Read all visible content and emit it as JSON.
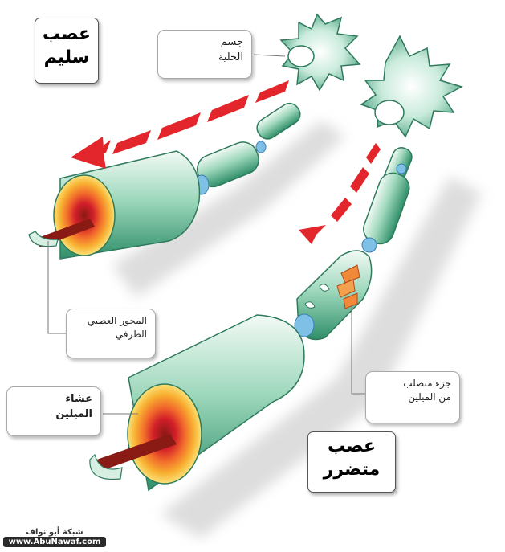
{
  "titles": {
    "healthy_line1": "عصب",
    "healthy_line2": "سليم",
    "damaged_line1": "عصب",
    "damaged_line2": "متضرر"
  },
  "labels": {
    "cell_body_line1": "جسم",
    "cell_body_line2": "الخلية",
    "axon_line1": "المحور العصبي",
    "axon_line2": "الطرفي",
    "myelin_line1": "غشاء",
    "myelin_line2": "الميلين",
    "hardened_line1": "جزء متصلب",
    "hardened_line2": "من الميلين"
  },
  "watermark": {
    "arabic": "شبكة أبو نواف",
    "url": "www.AbuNawaf.com"
  },
  "colors": {
    "myelin_green": "#3d9b78",
    "myelin_light": "#e8f6ef",
    "node_blue": "#7ec0e6",
    "arrow_red": "#e3262b",
    "axon_core": "#8a1a14"
  }
}
